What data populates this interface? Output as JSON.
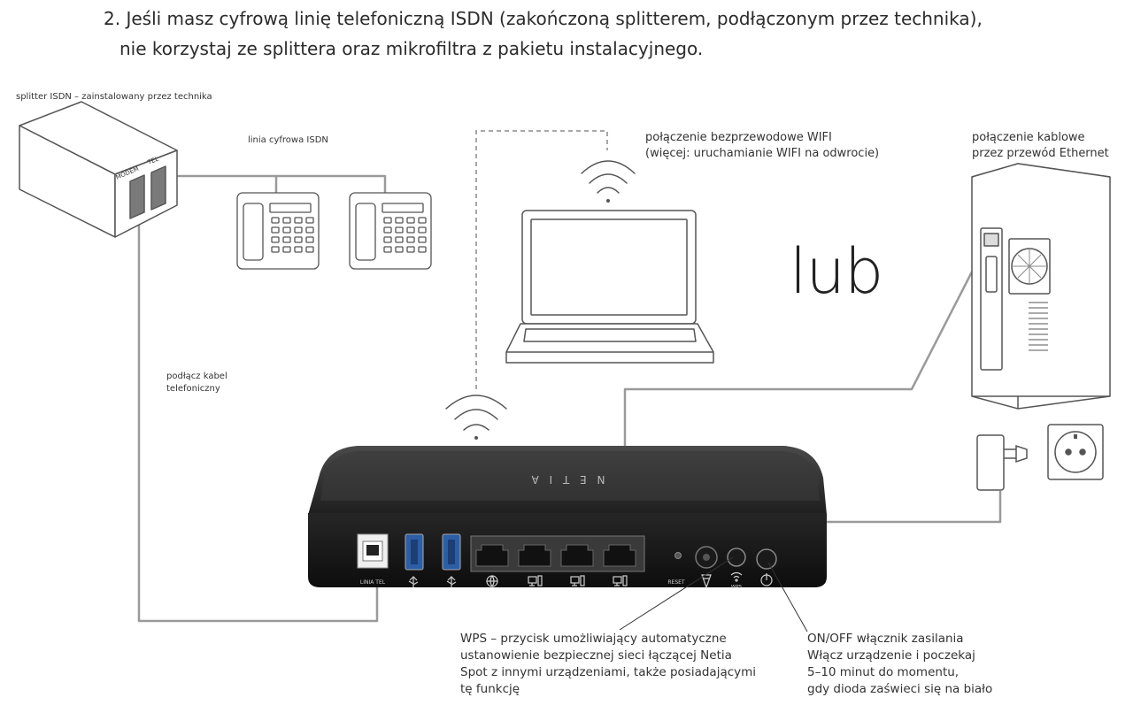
{
  "heading": {
    "line1": "2. Jeśli masz cyfrową linię telefoniczną ISDN (zakończoną splitterem, podłączonym przez technika),",
    "line2": "nie korzystaj ze splittera oraz mikrofiltra z pakietu instalacyjnego."
  },
  "labels": {
    "splitter": "splitter ISDN – zainstalowany przez technika",
    "isdn_line": "linia cyfrowa ISDN",
    "cable_line1": "podłącz kabel",
    "cable_line2": "telefoniczny",
    "wifi_line1": "połączenie bezprzewodowe WIFI",
    "wifi_line2": "(więcej: uruchamianie WIFI na odwrocie)",
    "ethernet_line1": "połączenie kablowe",
    "ethernet_line2": "przez przewód Ethernet",
    "or_word": "lub"
  },
  "splitter_ports": {
    "modem": "MODEM",
    "tel": "TEL"
  },
  "router": {
    "brand": "N E T I A",
    "port_line_tel": "LINIA TEL",
    "reset": "RESET",
    "wps": "WPS"
  },
  "captions": {
    "wps": [
      "WPS – przycisk umożliwiający automatyczne",
      "ustanowienie bezpiecznej sieci łączącej Netia",
      "Spot z innymi urządzeniami, także posiadającymi",
      "tę funkcję"
    ],
    "power": [
      "ON/OFF włącznik zasilania",
      "Włącz urządzenie i poczekaj",
      "5–10 minut do momentu,",
      "gdy dioda zaświeci się na biało"
    ]
  }
}
